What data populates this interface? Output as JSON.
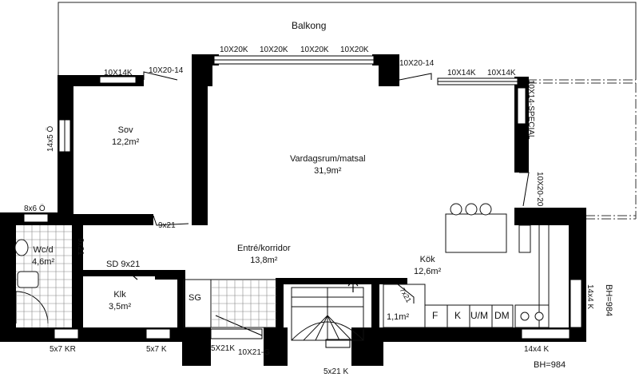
{
  "balcony": "Balkong",
  "rooms": {
    "sov": {
      "name": "Sov",
      "area": "12,2m²"
    },
    "vardagsrum": {
      "name": "Vardagsrum/matsal",
      "area": "31,9m²"
    },
    "entre": {
      "name": "Entré/korridor",
      "area": "13,8m²"
    },
    "kok": {
      "name": "Kök",
      "area": "12,6m²"
    },
    "wc": {
      "name": "Wc/d",
      "area": "4,6m²"
    },
    "klk": {
      "name": "Klk",
      "area": "3,5m²"
    },
    "sg": {
      "name": "SG"
    },
    "small_room": {
      "area": "1,1m²"
    }
  },
  "windows": {
    "w_top_1": "10X20K",
    "w_top_2": "10X20K",
    "w_top_3": "10X20K",
    "w_top_4": "10X20K",
    "w_upper_left": "10X14K",
    "w_door_left": "10X20-14",
    "w_door_right": "10X20-14",
    "w_right_1": "10X14K",
    "w_right_2": "10X14K",
    "w_special": "10X14-SPECIAL",
    "w_door_kitchen": "10X20-20",
    "w_sov_side": "14x5 Ö",
    "w_wc_top": "8x6 Ö",
    "w_wc_bottom": "5x7 KR",
    "w_klk_bottom": "5x7 K",
    "w_entry_bottom": "5X21K",
    "w_entry_door": "10X21-G",
    "w_stair_bottom": "5x21 K",
    "w_kitchen_bottom": "14x4 K",
    "w_kitchen_side": "14x4 K"
  },
  "doors": {
    "sov_door": "9x21",
    "wc_door": "9x21",
    "sd": "SD 9x21",
    "kitchen_small_door": "7x21"
  },
  "appliances": [
    "F",
    "K",
    "U/M",
    "DM"
  ],
  "bh_side": "BH=984",
  "bh_bottom": "BH=984"
}
